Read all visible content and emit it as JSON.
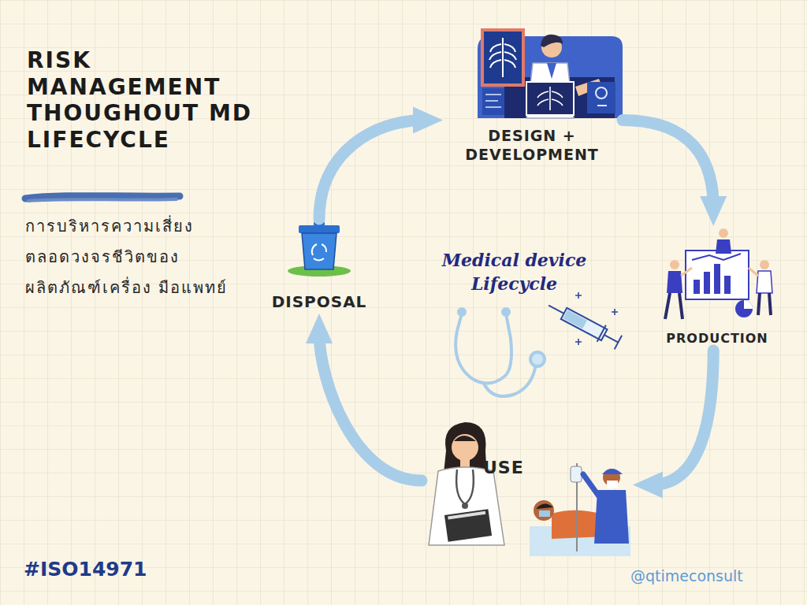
{
  "diagram": {
    "title": "RISK MANAGEMENT THOUGHOUT MD LIFECYCLE",
    "nodes": [
      {
        "text": [
          "DESIGN + DEVELOPMENT"
        ]
      },
      {
        "text": [
          "PRODUCTION"
        ]
      },
      {
        "text": [
          "USE"
        ]
      },
      {
        "text": [
          "DISPOSAL"
        ]
      }
    ],
    "edges": [
      {
        "from": 0,
        "to": 1,
        "arrow": "to"
      },
      {
        "from": 1,
        "to": 2,
        "arrow": "to"
      },
      {
        "from": 2,
        "to": 3,
        "arrow": "to"
      },
      {
        "from": 3,
        "to": 0,
        "arrow": "to"
      }
    ],
    "labels": [
      "การบริหารความเสี่ยง ตลอดวงจรชีวิตของ ผลิตภัณฑ์เครื่อง มือแพทย์",
      "Medical device Lifecycle",
      "#ISO14971",
      "@qtimeconsult"
    ]
  }
}
